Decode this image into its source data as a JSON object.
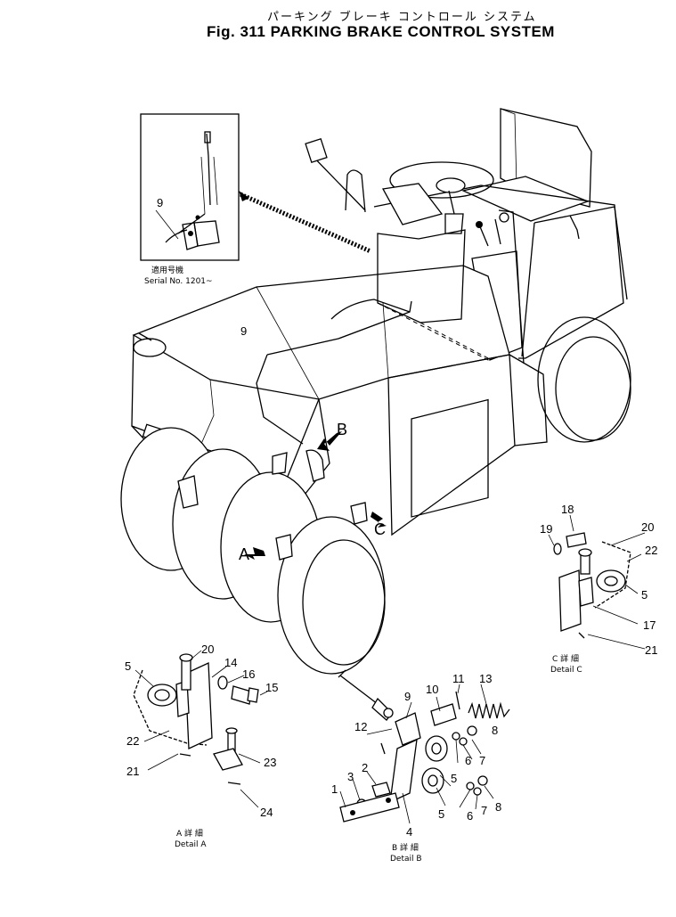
{
  "header": {
    "title_jp": "パーキング ブレーキ コントロール システム",
    "title_en": "Fig. 311  PARKING BRAKE CONTROL  SYSTEM"
  },
  "inset": {
    "serial_jp": "適用号機",
    "serial_en": "Serial No. 1201~",
    "part_label": "9"
  },
  "main": {
    "part_label": "9",
    "arrow_labels": [
      "A",
      "B",
      "C"
    ]
  },
  "detail_a": {
    "caption_jp": "A 詳 細",
    "caption_en": "Detail A",
    "labels": [
      "5",
      "20",
      "14",
      "16",
      "15",
      "22",
      "21",
      "23",
      "24"
    ]
  },
  "detail_b": {
    "caption_jp": "B 詳 細",
    "caption_en": "Detail B",
    "labels": [
      "11",
      "13",
      "9",
      "10",
      "12",
      "8",
      "7",
      "6",
      "5",
      "3",
      "2",
      "1",
      "4",
      "5",
      "6",
      "7",
      "8"
    ]
  },
  "detail_c": {
    "caption_jp": "C 詳 細",
    "caption_en": "Detail C",
    "labels": [
      "18",
      "20",
      "19",
      "22",
      "5",
      "17",
      "21"
    ]
  },
  "colors": {
    "ink": "#000000",
    "paper": "#ffffff"
  }
}
